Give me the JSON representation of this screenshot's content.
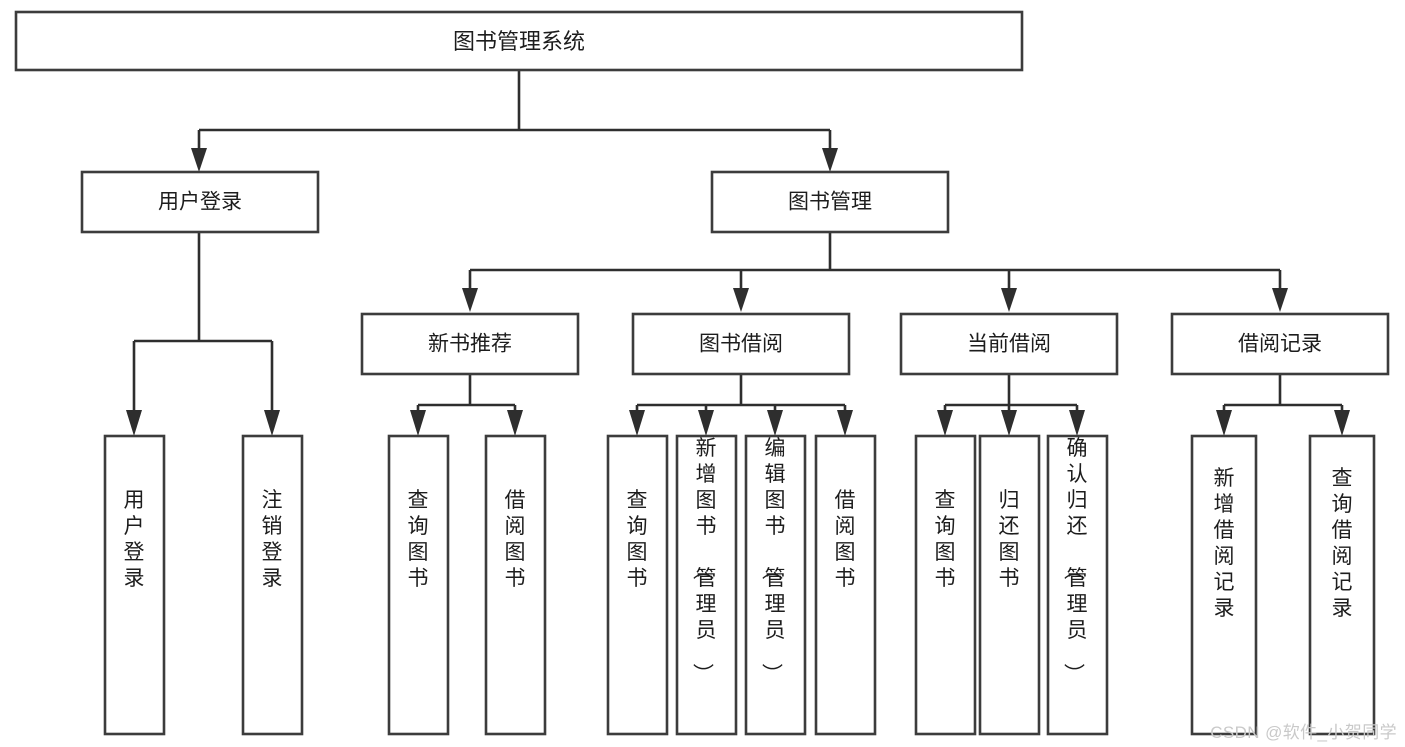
{
  "diagram": {
    "type": "tree-hierarchy",
    "title": "图书管理系统",
    "watermark": "CSDN @软件_小贺同学",
    "colors": {
      "box_stroke": "#3c3c3c",
      "box_fill": "#ffffff",
      "connector": "#2e2e2e",
      "text": "#1d1d1d",
      "background": "#ffffff",
      "watermark": "#c9c9c9"
    },
    "root": {
      "label": "图书管理系统",
      "orientation": "horizontal"
    },
    "level2": [
      {
        "id": "user-login",
        "label": "用户登录",
        "orientation": "horizontal"
      },
      {
        "id": "book-management",
        "label": "图书管理",
        "orientation": "horizontal"
      }
    ],
    "level3": [
      {
        "id": "new-book-recommend",
        "label": "新书推荐",
        "orientation": "horizontal",
        "parent": "book-management"
      },
      {
        "id": "book-borrow",
        "label": "图书借阅",
        "orientation": "horizontal",
        "parent": "book-management"
      },
      {
        "id": "current-borrow",
        "label": "当前借阅",
        "orientation": "horizontal",
        "parent": "book-management"
      },
      {
        "id": "borrow-record",
        "label": "借阅记录",
        "orientation": "horizontal",
        "parent": "book-management"
      }
    ],
    "leaves": {
      "user-login": [
        {
          "id": "leaf-user-login",
          "label": "用户登录",
          "orientation": "vertical"
        },
        {
          "id": "leaf-user-logout",
          "label": "注销登录",
          "orientation": "vertical"
        }
      ],
      "new-book-recommend": [
        {
          "id": "leaf-query-book-1",
          "label": "查询图书",
          "orientation": "vertical"
        },
        {
          "id": "leaf-borrow-book-1",
          "label": "借阅图书",
          "orientation": "vertical"
        }
      ],
      "book-borrow": [
        {
          "id": "leaf-query-book-2",
          "label": "查询图书",
          "orientation": "vertical"
        },
        {
          "id": "leaf-add-book",
          "label": "新增图书（管理员）",
          "orientation": "vertical"
        },
        {
          "id": "leaf-edit-book",
          "label": "编辑图书（管理员）",
          "orientation": "vertical"
        },
        {
          "id": "leaf-borrow-book-2",
          "label": "借阅图书",
          "orientation": "vertical"
        }
      ],
      "current-borrow": [
        {
          "id": "leaf-query-book-3",
          "label": "查询图书",
          "orientation": "vertical"
        },
        {
          "id": "leaf-return-book",
          "label": "归还图书",
          "orientation": "vertical"
        },
        {
          "id": "leaf-confirm-return",
          "label": "确认归还（管理员）",
          "orientation": "vertical"
        }
      ],
      "borrow-record": [
        {
          "id": "leaf-add-record",
          "label": "新增借阅记录",
          "orientation": "vertical"
        },
        {
          "id": "leaf-query-record",
          "label": "查询借阅记录",
          "orientation": "vertical"
        }
      ]
    }
  }
}
